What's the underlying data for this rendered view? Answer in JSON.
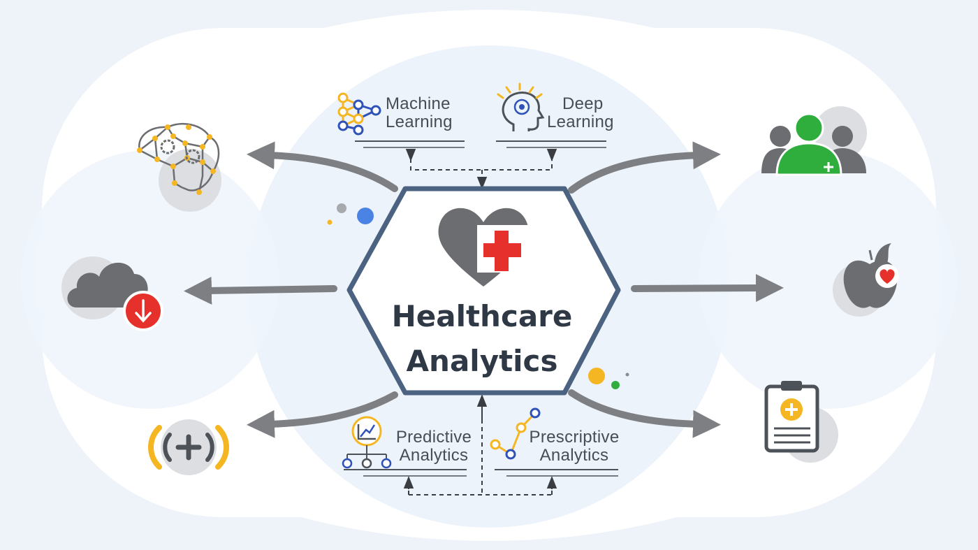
{
  "hub": {
    "title_line1": "Healthcare",
    "title_line2": "Analytics",
    "icon": "heart-medical-cross-icon"
  },
  "techniques": [
    {
      "id": "ml",
      "line1": "Machine",
      "line2": "Learning",
      "icon": "neural-network-icon"
    },
    {
      "id": "dl",
      "line1": "Deep",
      "line2": "Learning",
      "icon": "head-idea-icon"
    },
    {
      "id": "pa",
      "line1": "Predictive",
      "line2": "Analytics",
      "icon": "trend-chart-icon"
    },
    {
      "id": "ra",
      "line1": "Prescriptive",
      "line2": "Analytics",
      "icon": "line-graph-nodes-icon"
    }
  ],
  "outputs": [
    {
      "position": "left-top",
      "icon": "brain-gears-icon"
    },
    {
      "position": "left-middle",
      "icon": "cloud-download-icon"
    },
    {
      "position": "left-bottom",
      "icon": "medical-signal-icon"
    },
    {
      "position": "right-top",
      "icon": "patient-group-icon"
    },
    {
      "position": "right-middle",
      "icon": "apple-heart-icon"
    },
    {
      "position": "right-bottom",
      "icon": "medical-clipboard-icon"
    }
  ],
  "colors": {
    "background": "#eef3fa",
    "hexagon_stroke": "#4b6280",
    "arrow": "#7d7f83",
    "icon_gray": "#6b6d70",
    "accent_red": "#e5302c",
    "accent_yellow": "#f5b623",
    "accent_blue": "#2e52b8",
    "accent_green": "#2fae3e"
  }
}
